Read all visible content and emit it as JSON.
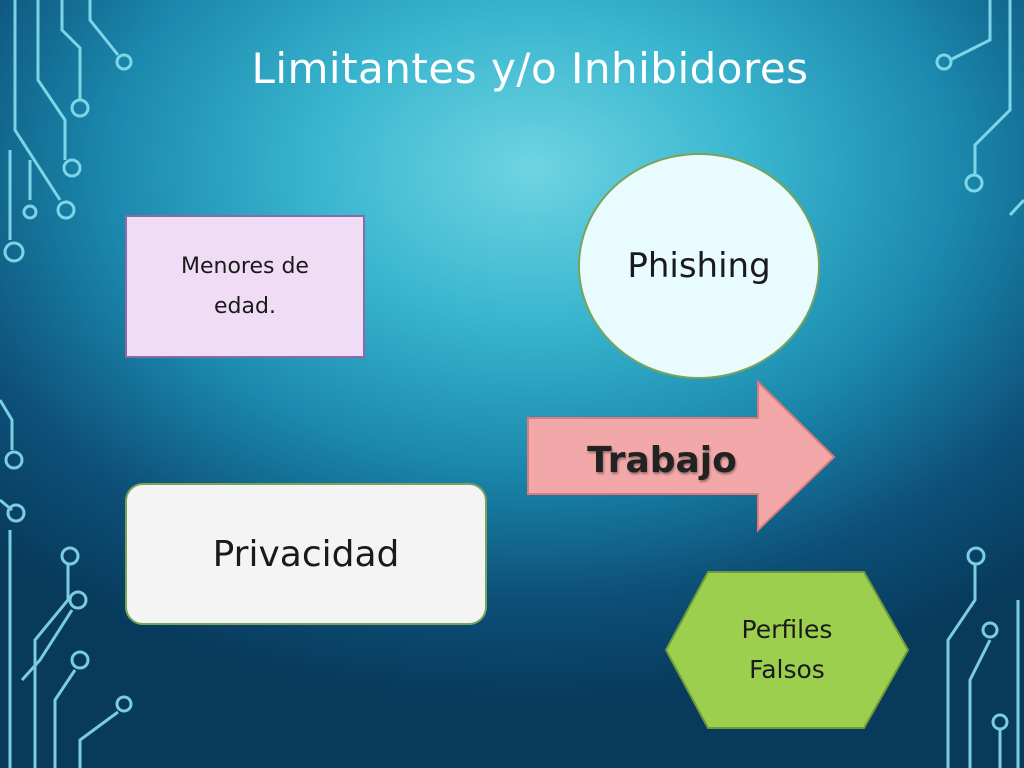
{
  "slide": {
    "title": "Limitantes y/o Inhibidores"
  },
  "shapes": {
    "menores": {
      "line1": "Menores de",
      "line2": "edad."
    },
    "phishing": {
      "label": "Phishing"
    },
    "privacidad": {
      "label": "Privacidad"
    },
    "trabajo": {
      "label": "Trabajo"
    },
    "perfiles": {
      "line1": "Perfiles",
      "line2": "Falsos"
    }
  },
  "colors": {
    "menores_fill": "#f0dcf5",
    "phishing_fill": "#e8fbff",
    "privacidad_fill": "#f4f4f4",
    "trabajo_fill": "#f2a8a8",
    "perfiles_fill": "#9dcf4f"
  }
}
